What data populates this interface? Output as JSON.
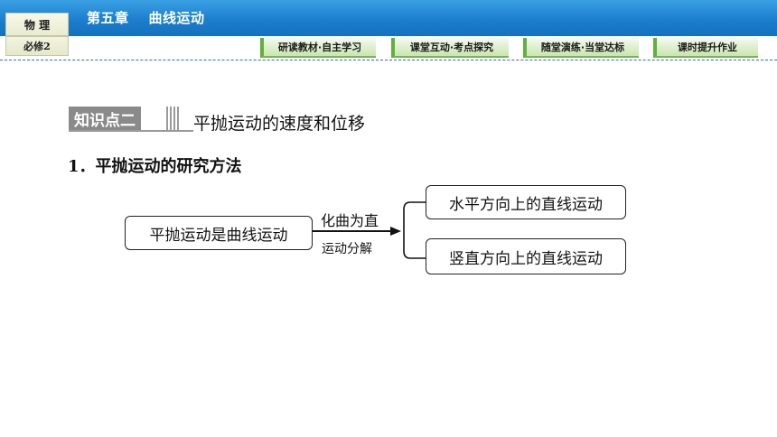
{
  "header": {
    "subject": "物 理",
    "book": "必修2",
    "chapter": "第五章",
    "chapter_topic": "曲线运动"
  },
  "nav": {
    "items": [
      {
        "label": "研读教材·自主学习"
      },
      {
        "label": "课堂互动·考点探究"
      },
      {
        "label": "随堂演练·当堂达标"
      },
      {
        "label": "课时提升作业"
      }
    ]
  },
  "content": {
    "kp_badge": "知识点二",
    "kp_title": "平抛运动的速度和位移",
    "section_title": "1．平抛运动的研究方法",
    "diagram": {
      "main_box": "平抛运动是曲线运动",
      "arrow_top": "化曲为直",
      "arrow_bottom": "运动分解",
      "branch_horizontal": "水平方向上的直线运动",
      "branch_vertical": "竖直方向上的直线运动"
    }
  },
  "colors": {
    "header_blue": "#1b7fce",
    "nav_green": "#5fb13a",
    "badge_gray": "#8a8a8a"
  }
}
